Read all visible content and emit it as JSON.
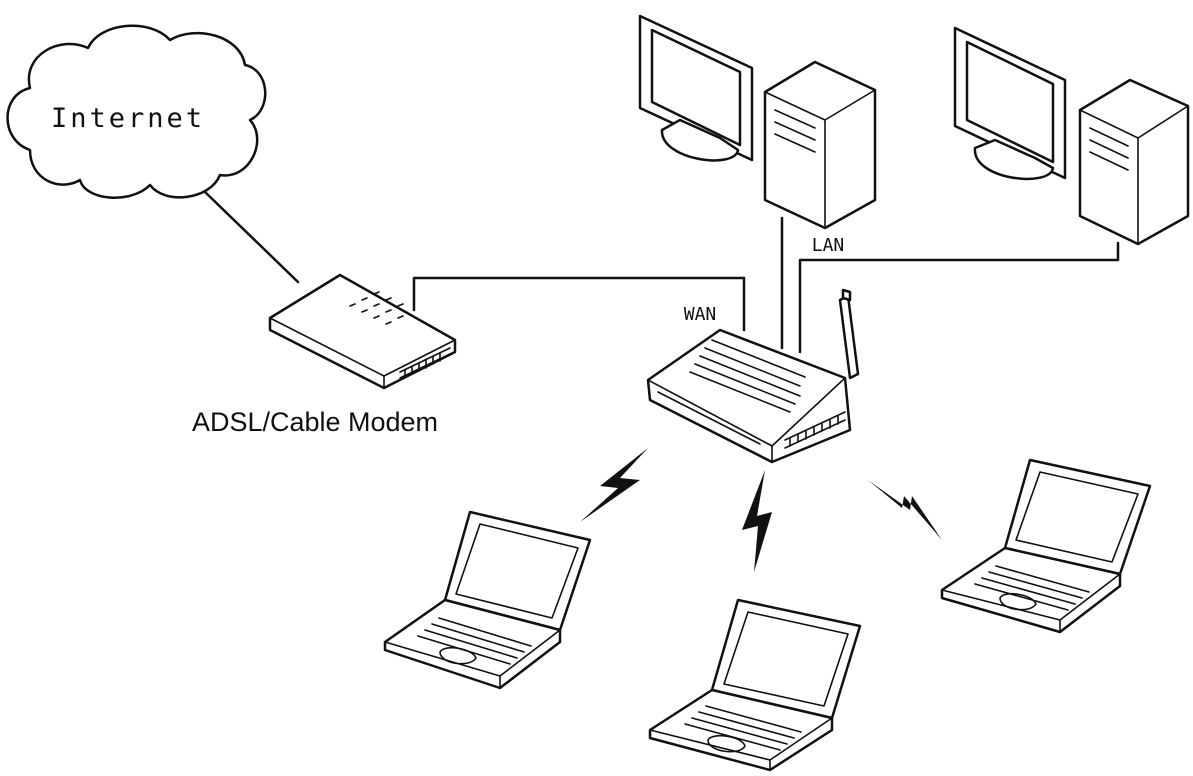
{
  "labels": {
    "internet": "Internet",
    "modem": "ADSL/Cable Modem",
    "wan": "WAN",
    "lan": "LAN"
  },
  "nodes": [
    {
      "id": "internet-cloud",
      "type": "cloud"
    },
    {
      "id": "modem",
      "type": "adsl-cable-modem"
    },
    {
      "id": "router",
      "type": "wireless-router"
    },
    {
      "id": "desktop-1",
      "type": "desktop-computer"
    },
    {
      "id": "desktop-2",
      "type": "desktop-computer"
    },
    {
      "id": "laptop-1",
      "type": "laptop"
    },
    {
      "id": "laptop-2",
      "type": "laptop"
    },
    {
      "id": "laptop-3",
      "type": "laptop"
    }
  ],
  "edges": [
    {
      "from": "internet-cloud",
      "to": "modem",
      "style": "wired"
    },
    {
      "from": "modem",
      "to": "router",
      "style": "wired",
      "label": "WAN"
    },
    {
      "from": "router",
      "to": "desktop-1",
      "style": "wired",
      "label": "LAN"
    },
    {
      "from": "router",
      "to": "desktop-2",
      "style": "wired",
      "label": "LAN"
    },
    {
      "from": "router",
      "to": "laptop-1",
      "style": "wireless"
    },
    {
      "from": "router",
      "to": "laptop-2",
      "style": "wireless"
    },
    {
      "from": "router",
      "to": "laptop-3",
      "style": "wireless"
    }
  ],
  "icons": {
    "wireless": "lightning-bolt-icon",
    "cloud": "cloud-icon"
  },
  "colors": {
    "line": "#111111",
    "background": "#ffffff"
  }
}
